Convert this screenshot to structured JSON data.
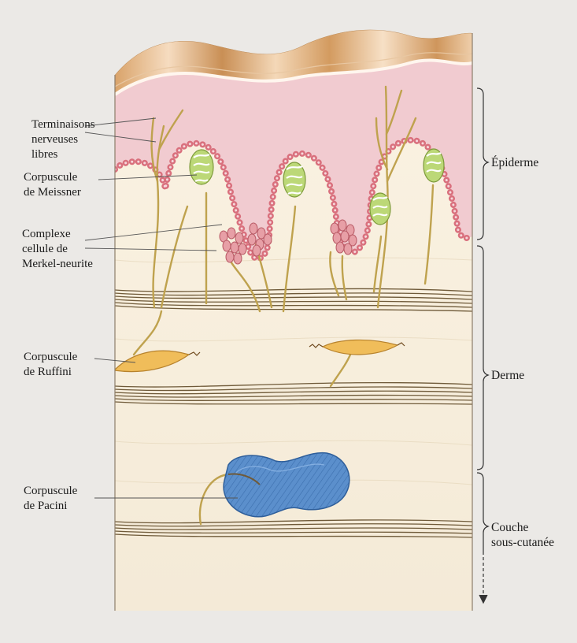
{
  "diagram": {
    "structures": [
      {
        "id": "free-nerve-endings",
        "label": "Terminaisons\nnerveuses\nlibres"
      },
      {
        "id": "meissner",
        "label": "Corpuscule\nde Meissner"
      },
      {
        "id": "merkel",
        "label": "Complexe\ncellule de\nMerkel-neurite"
      },
      {
        "id": "ruffini",
        "label": "Corpuscule\nde Ruffini"
      },
      {
        "id": "pacini",
        "label": "Corpuscule\nde Pacini"
      }
    ],
    "layers": [
      {
        "id": "epidermis",
        "label": "Épiderme"
      },
      {
        "id": "dermis",
        "label": "Derme"
      },
      {
        "id": "hypodermis",
        "label": "Couche\nsous-cutanée"
      }
    ]
  },
  "colors": {
    "epidermis": "#f1cbd0",
    "dermis": "#f7efdf",
    "collagen": "#6f5a39",
    "nerve": "#bfa24e",
    "ruffini": "#f0bd5a",
    "pacini": "#4f86c6",
    "meissner": "#bcd877",
    "merkel": "#e79fa6"
  }
}
